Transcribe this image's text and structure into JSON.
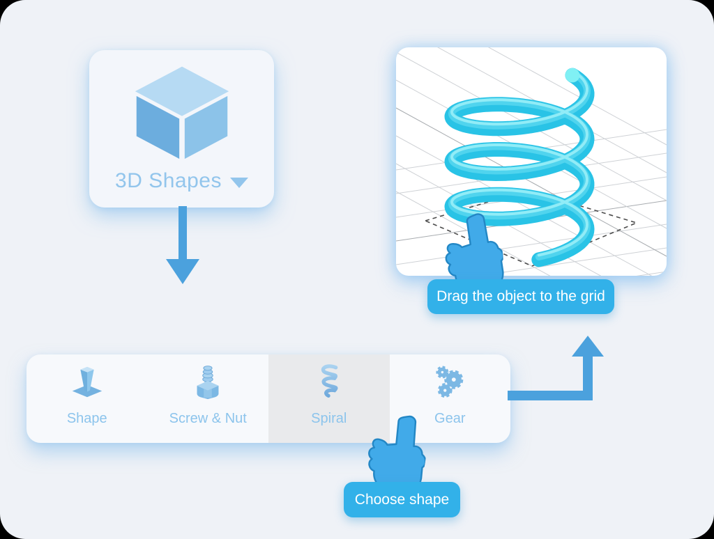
{
  "shapes_card": {
    "label": "3D Shapes"
  },
  "canvas_panel": {
    "tooltip": "Drag the object to the grid"
  },
  "toolbar": {
    "items": [
      {
        "id": "shape",
        "label": "Shape",
        "selected": false
      },
      {
        "id": "screw-nut",
        "label": "Screw & Nut",
        "selected": false
      },
      {
        "id": "spiral",
        "label": "Spiral",
        "selected": true
      },
      {
        "id": "gear",
        "label": "Gear",
        "selected": false
      }
    ]
  },
  "choose_tooltip": "Choose shape",
  "colors": {
    "page_bg": "#eff2f7",
    "accent_tooltip": "#32b1e9",
    "arrow_blue": "#4ba1dd",
    "label_blue": "#92c5ec",
    "icon_blue": "#7cb8e4",
    "spiral_cyan": "#29c3e6",
    "hand_blue": "#41aae9",
    "selected_cell": "#e9eaec"
  }
}
